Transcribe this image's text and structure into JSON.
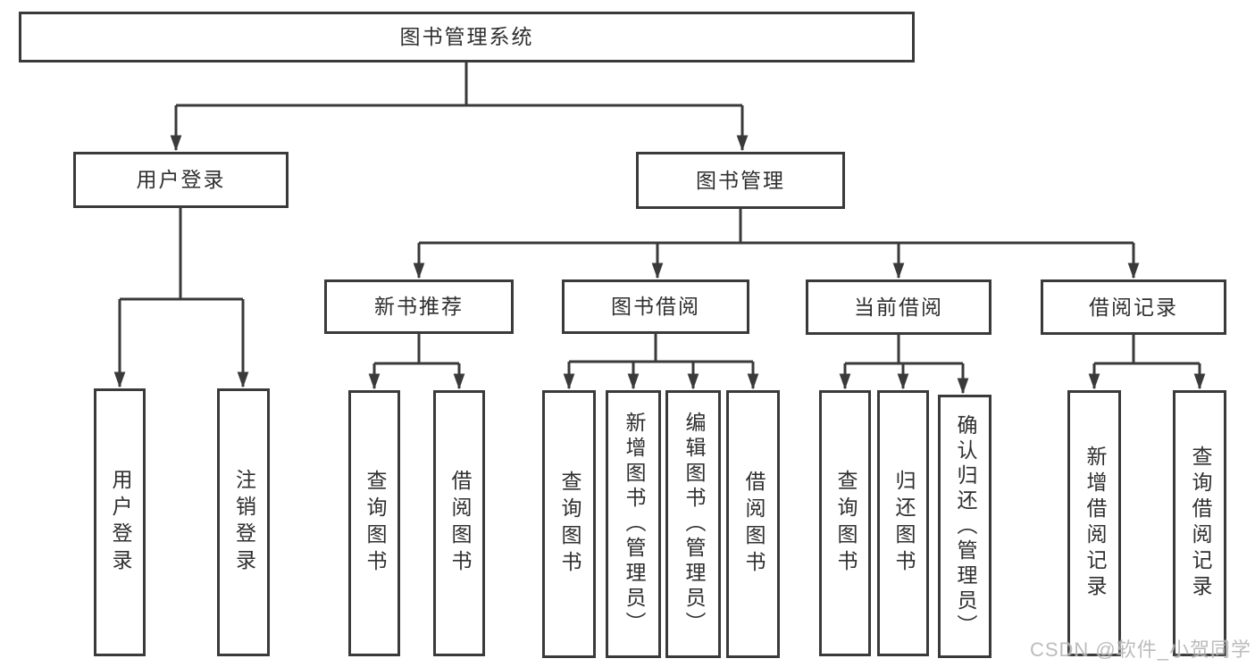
{
  "diagram": {
    "title": "图书管理系统",
    "branches": [
      {
        "label": "用户登录",
        "children": [
          {
            "label": "用户登录"
          },
          {
            "label": "注销登录"
          }
        ]
      },
      {
        "label": "图书管理",
        "groups": [
          {
            "label": "新书推荐",
            "children": [
              {
                "label": "查询图书"
              },
              {
                "label": "借阅图书"
              }
            ]
          },
          {
            "label": "图书借阅",
            "children": [
              {
                "label": "查询图书"
              },
              {
                "label": "新增图书（管理员）"
              },
              {
                "label": "编辑图书（管理员）"
              },
              {
                "label": "借阅图书"
              }
            ]
          },
          {
            "label": "当前借阅",
            "children": [
              {
                "label": "查询图书"
              },
              {
                "label": "归还图书"
              },
              {
                "label": "确认归还（管理员）"
              }
            ]
          },
          {
            "label": "借阅记录",
            "children": [
              {
                "label": "新增借阅记录"
              },
              {
                "label": "查询借阅记录"
              }
            ]
          }
        ]
      }
    ]
  },
  "watermark": "CSDN @软件_小贺同学",
  "colors": {
    "line": "#3a3a3a",
    "text": "#2f2f2f",
    "watermark": "#b5b5b5",
    "background": "#ffffff"
  }
}
